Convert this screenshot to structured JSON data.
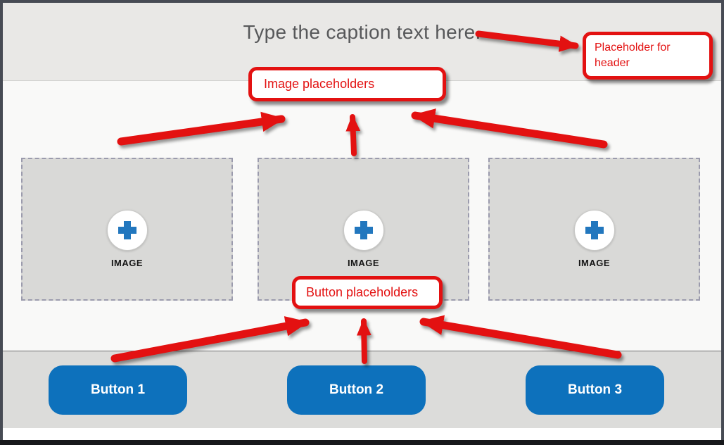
{
  "header": {
    "caption": "Type the caption text here."
  },
  "image_placeholders": [
    {
      "label": "IMAGE"
    },
    {
      "label": "IMAGE"
    },
    {
      "label": "IMAGE"
    }
  ],
  "buttons": [
    {
      "label": "Button 1"
    },
    {
      "label": "Button 2"
    },
    {
      "label": "Button 3"
    }
  ],
  "annotations": {
    "header_note": "Placeholder for header",
    "image_note": "Image placeholders",
    "button_note": "Button placeholders"
  },
  "colors": {
    "button_blue": "#0d71bc",
    "plus_blue": "#2277be",
    "annotation_red": "#e31111"
  }
}
